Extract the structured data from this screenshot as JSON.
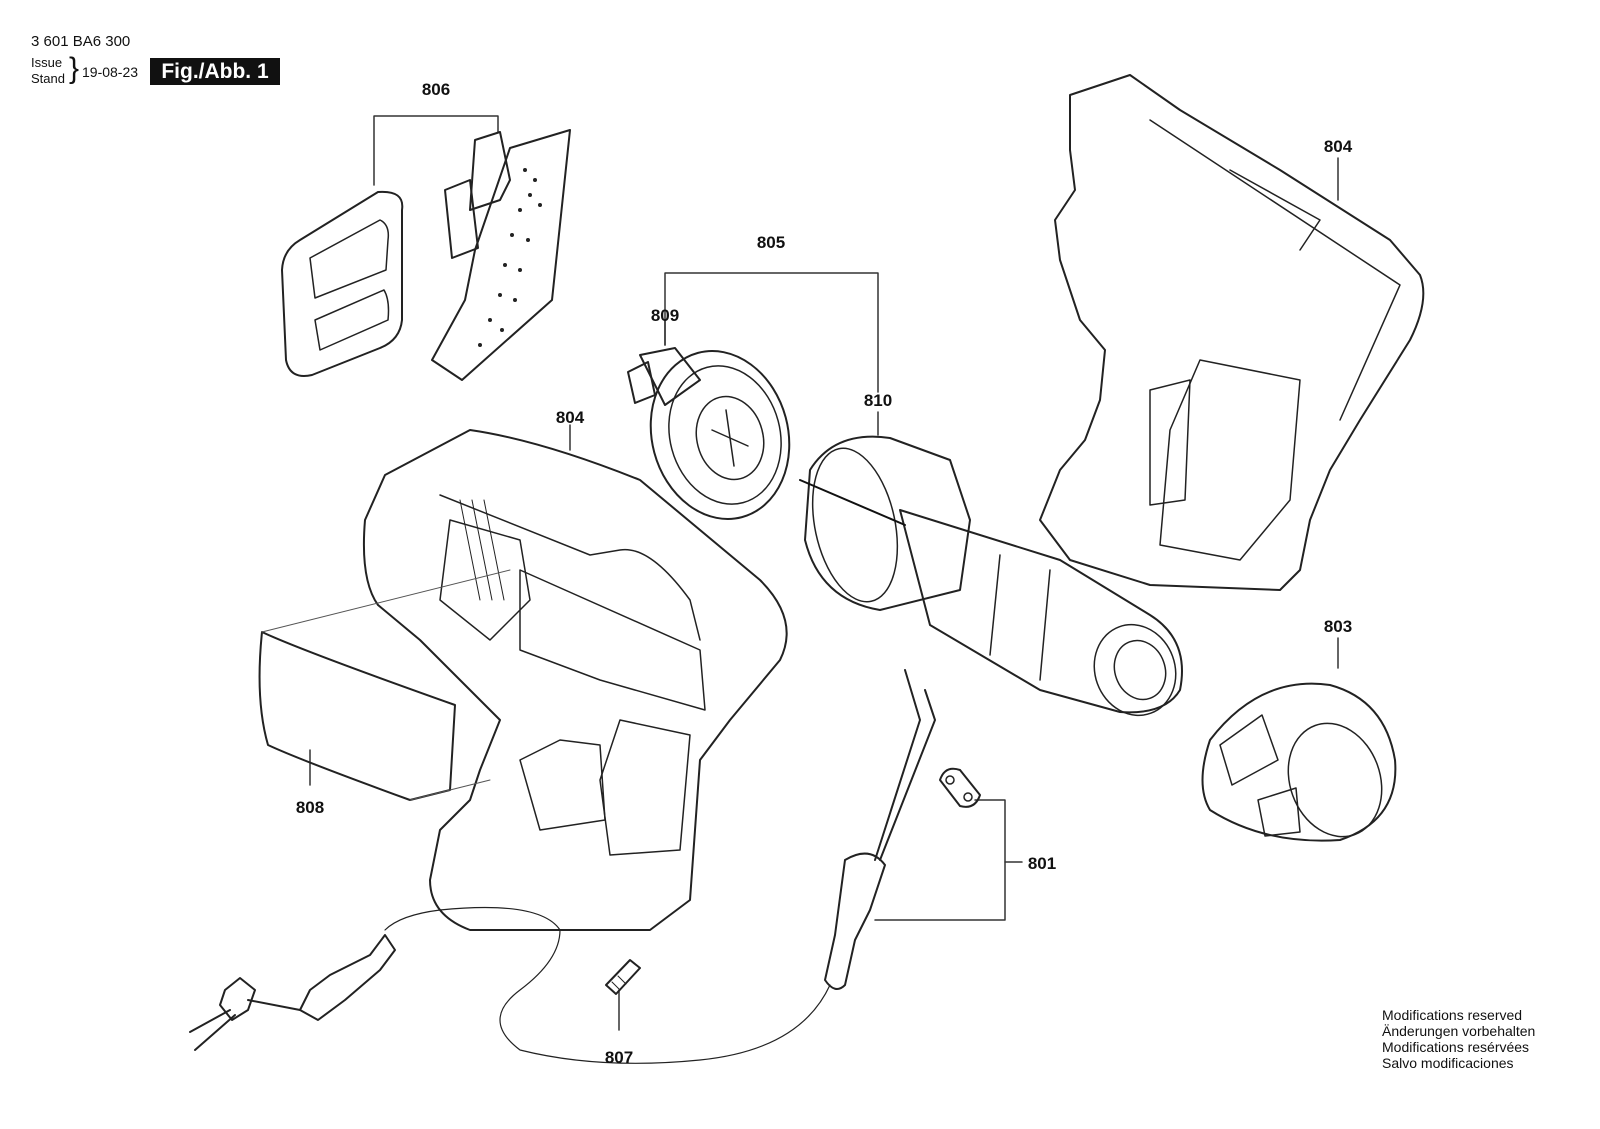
{
  "header": {
    "doc_number": "3 601 BA6 300",
    "issue_label": "Issue",
    "stand_label": "Stand",
    "issue_date": "19-08-23",
    "figure_label": "Fig./Abb. 1"
  },
  "callouts": [
    {
      "id": "806",
      "text": "806"
    },
    {
      "id": "805",
      "text": "805"
    },
    {
      "id": "809",
      "text": "809"
    },
    {
      "id": "810",
      "text": "810"
    },
    {
      "id": "804a",
      "text": "804"
    },
    {
      "id": "804b",
      "text": "804"
    },
    {
      "id": "803",
      "text": "803"
    },
    {
      "id": "808",
      "text": "808"
    },
    {
      "id": "801",
      "text": "801"
    },
    {
      "id": "807",
      "text": "807"
    }
  ],
  "notes": [
    "Modifications reserved",
    "Änderungen vorbehalten",
    "Modifications resérvées",
    "Salvo modificaciones"
  ]
}
